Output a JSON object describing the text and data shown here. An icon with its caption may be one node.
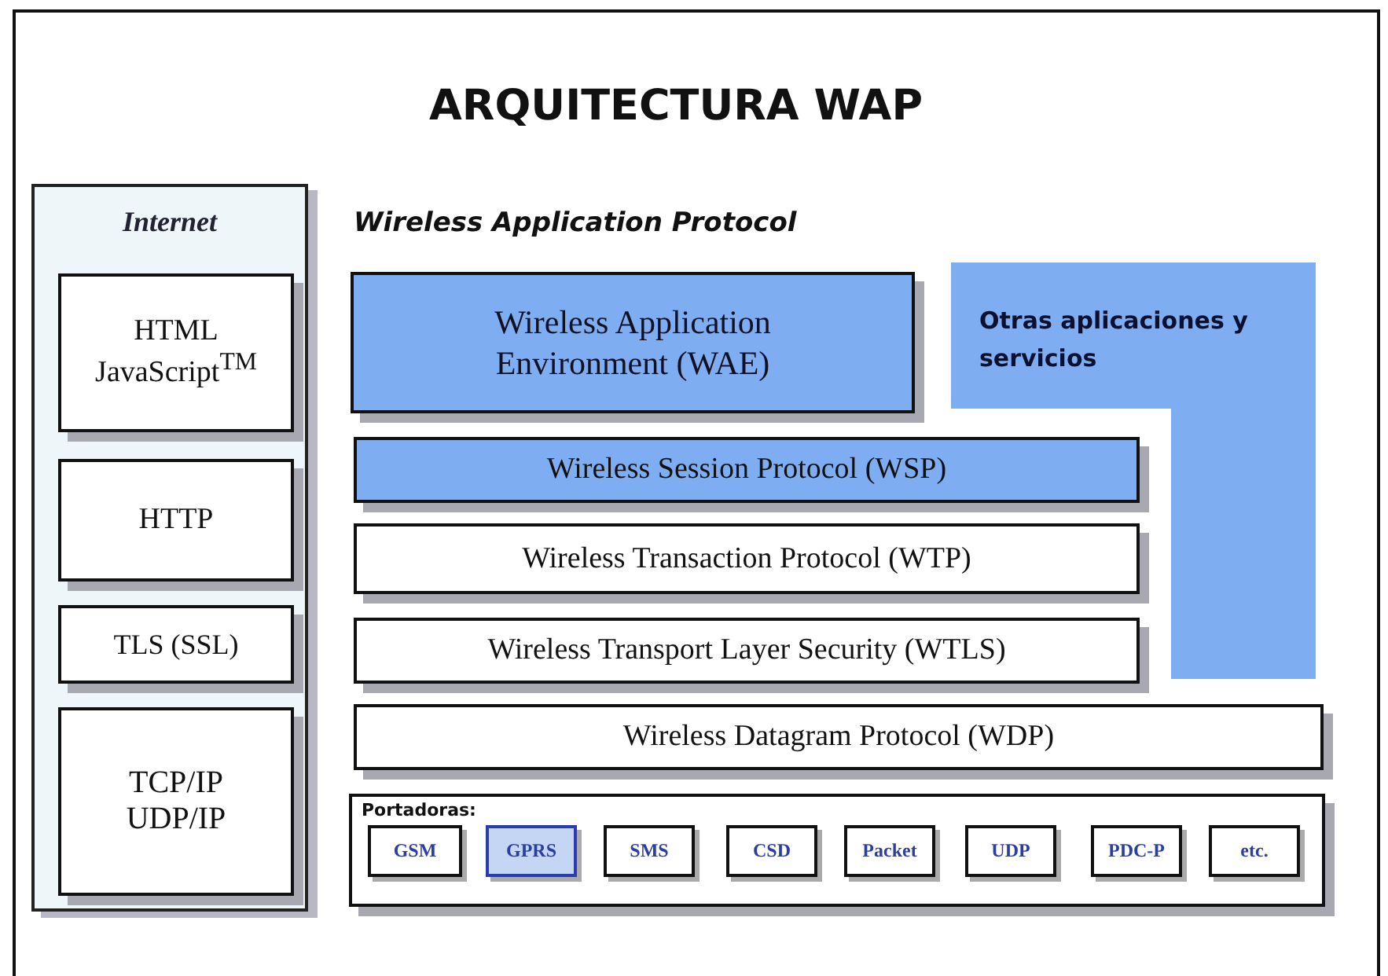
{
  "diagram": {
    "title": "ARQUITECTURA WAP",
    "nodes": [
      {
        "text": [
          "Internet"
        ]
      },
      {
        "text": [
          "HTML JavaScript$^{TM}$"
        ],
        "in": 0
      },
      {
        "text": [
          "HTTP"
        ],
        "in": 0
      },
      {
        "text": [
          "TLS (SSL)"
        ],
        "in": 0
      },
      {
        "text": [
          "TCP/IP UDP/IP"
        ],
        "in": 0
      },
      {
        "text": [
          "Wireless Application Environment (WAE)"
        ]
      },
      {
        "text": [
          "Otras aplicaciones y servicios"
        ]
      },
      {
        "text": [
          "Wireless Session Protocol (WSP)"
        ]
      },
      {
        "text": [
          "Wireless Transaction Protocol (WTP)"
        ]
      },
      {
        "text": [
          "Wireless Transport Layer Security (WTLS)"
        ]
      },
      {
        "text": [
          "Wireless Datagram Protocol (WDP)"
        ]
      },
      {
        "text": [
          "Portadoras:"
        ]
      },
      {
        "text": [
          "GSM"
        ],
        "in": 11
      },
      {
        "text": [
          "GPRS"
        ],
        "in": 11
      },
      {
        "text": [
          "SMS"
        ],
        "in": 11
      },
      {
        "text": [
          "CSD"
        ],
        "in": 11
      },
      {
        "text": [
          "Packet"
        ],
        "in": 11
      },
      {
        "text": [
          "UDP"
        ],
        "in": 11
      },
      {
        "text": [
          "PDC-P"
        ],
        "in": 11
      },
      {
        "text": [
          "etc."
        ],
        "in": 11
      }
    ],
    "edges": [],
    "labels": [
      "Wireless Application Protocol"
    ]
  }
}
